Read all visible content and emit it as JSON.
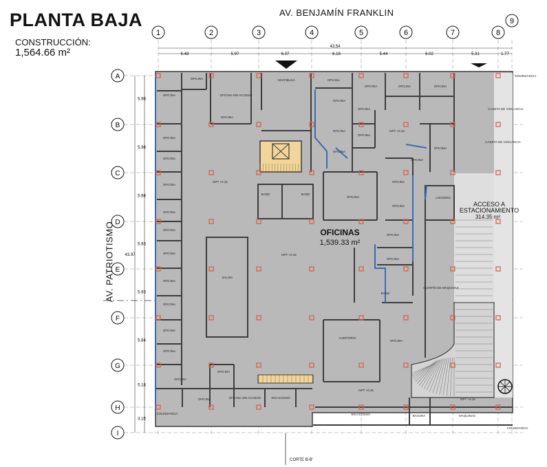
{
  "header": {
    "title": "PLANTA BAJA",
    "construccion_label": "CONSTRUCCIÓN:",
    "construccion_value": "1,564.66 m²"
  },
  "streets": {
    "top": "AV. BENJAMÍN FRANKLIN",
    "left": "AV. PATRIOTISMO"
  },
  "grid": {
    "columns": [
      "1",
      "2",
      "3",
      "4",
      "5",
      "6",
      "7",
      "8",
      "9"
    ],
    "rows": [
      "A",
      "B",
      "C",
      "D",
      "E",
      "F",
      "G",
      "H",
      "I"
    ],
    "col_dims": [
      "6.48",
      "5.97",
      "6.37",
      "6.18",
      "5.44",
      "6.02",
      "5.31",
      "1.77"
    ],
    "row_dims": [
      "5.98",
      "5.98",
      "5.98",
      "5.93",
      "5.93",
      "5.84",
      "5.18",
      "3.15"
    ],
    "total_width": "43.54",
    "total_height": "43.97"
  },
  "zones": {
    "oficinas_label": "OFICINAS",
    "oficinas_area": "1,539.33 m²",
    "acceso_label": "ACCESO A",
    "acceso_label2": "ESTACIONAMIENTO",
    "acceso_area": "314.35 m²"
  },
  "room_labels": {
    "oficina": "OFICINA",
    "oficina_sin_acceso": "OFICINA SIN ACCESO",
    "sin_acceso": "SIN ACCESO",
    "bano": "BAÑO",
    "salon": "SALON",
    "auditorio": "AUDITORIO",
    "lockers": "LOCKERS",
    "cuarto_maquinas": "CUARTO DE MAQUINAS",
    "maquinas": "MAQUINAS",
    "basura": "BASURA",
    "caseta": "CASETA DE VIGILANCIA",
    "colindancia": "COLINDANCIA",
    "vestibulo": "VESTIBULO",
    "npt": "NPT +0.15",
    "corte": "CORTE B-B'"
  },
  "colors": {
    "floor": "#b9b9b9",
    "wall": "#3c3c3c",
    "window": "#3d68b4",
    "column": "#d9604c",
    "stair": "#f1d59a"
  }
}
